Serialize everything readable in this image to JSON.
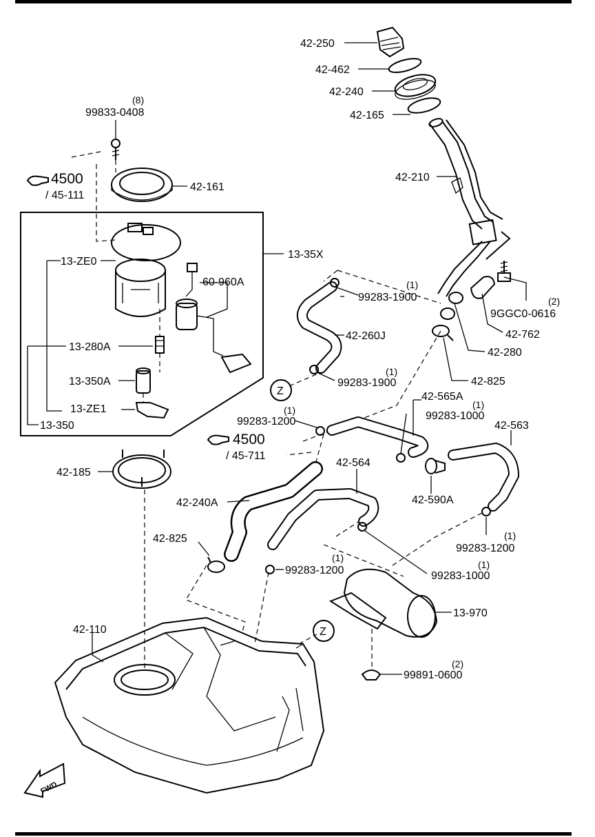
{
  "labels": {
    "p42_250": "42-250",
    "p42_462": "42-462",
    "p42_240": "42-240",
    "p42_165": "42-165",
    "p42_210": "42-210",
    "q99833": "(8)",
    "p99833_0408": "99833-0408",
    "ref4500_a": "4500",
    "ref45_111": "/ 45-111",
    "p42_161": "42-161",
    "p13_35x": "13-35X",
    "p13_ze0": "13-ZE0",
    "p60_960a": "60-960A",
    "q99283_a": "(1)",
    "p99283_1900_a": "99283-1900",
    "q9ggc0": "(2)",
    "p9ggc0_0616": "9GGC0-0616",
    "p42_762": "42-762",
    "p42_260j": "42-260J",
    "p42_280": "42-280",
    "p13_280a": "13-280A",
    "q99283_b": "(1)",
    "p99283_1900_b": "99283-1900",
    "p42_825_a": "42-825",
    "p13_350a": "13-350A",
    "p42_565a": "42-565A",
    "q99283_c": "(1)",
    "p99283_1000_a": "99283-1000",
    "p13_ze1": "13-ZE1",
    "q99283_d": "(1)",
    "p99283_1200_a": "99283-1200",
    "p42_563": "42-563",
    "p13_350": "13-350",
    "ref4500_b": "4500",
    "ref45_711": "/ 45-711",
    "p42_564": "42-564",
    "p42_185": "42-185",
    "p42_590a": "42-590A",
    "p42_240a": "42-240A",
    "q99283_e": "(1)",
    "p99283_1200_b": "99283-1200",
    "p42_825_b": "42-825",
    "q99283_f": "(1)",
    "p99283_1200_c": "99283-1200",
    "q99283_g": "(1)",
    "p99283_1000_b": "99283-1000",
    "p13_970": "13-970",
    "p42_110": "42-110",
    "z1": "Z",
    "z2": "Z",
    "q99891": "(2)",
    "p99891_0600": "99891-0600",
    "fwd": "FWD"
  }
}
